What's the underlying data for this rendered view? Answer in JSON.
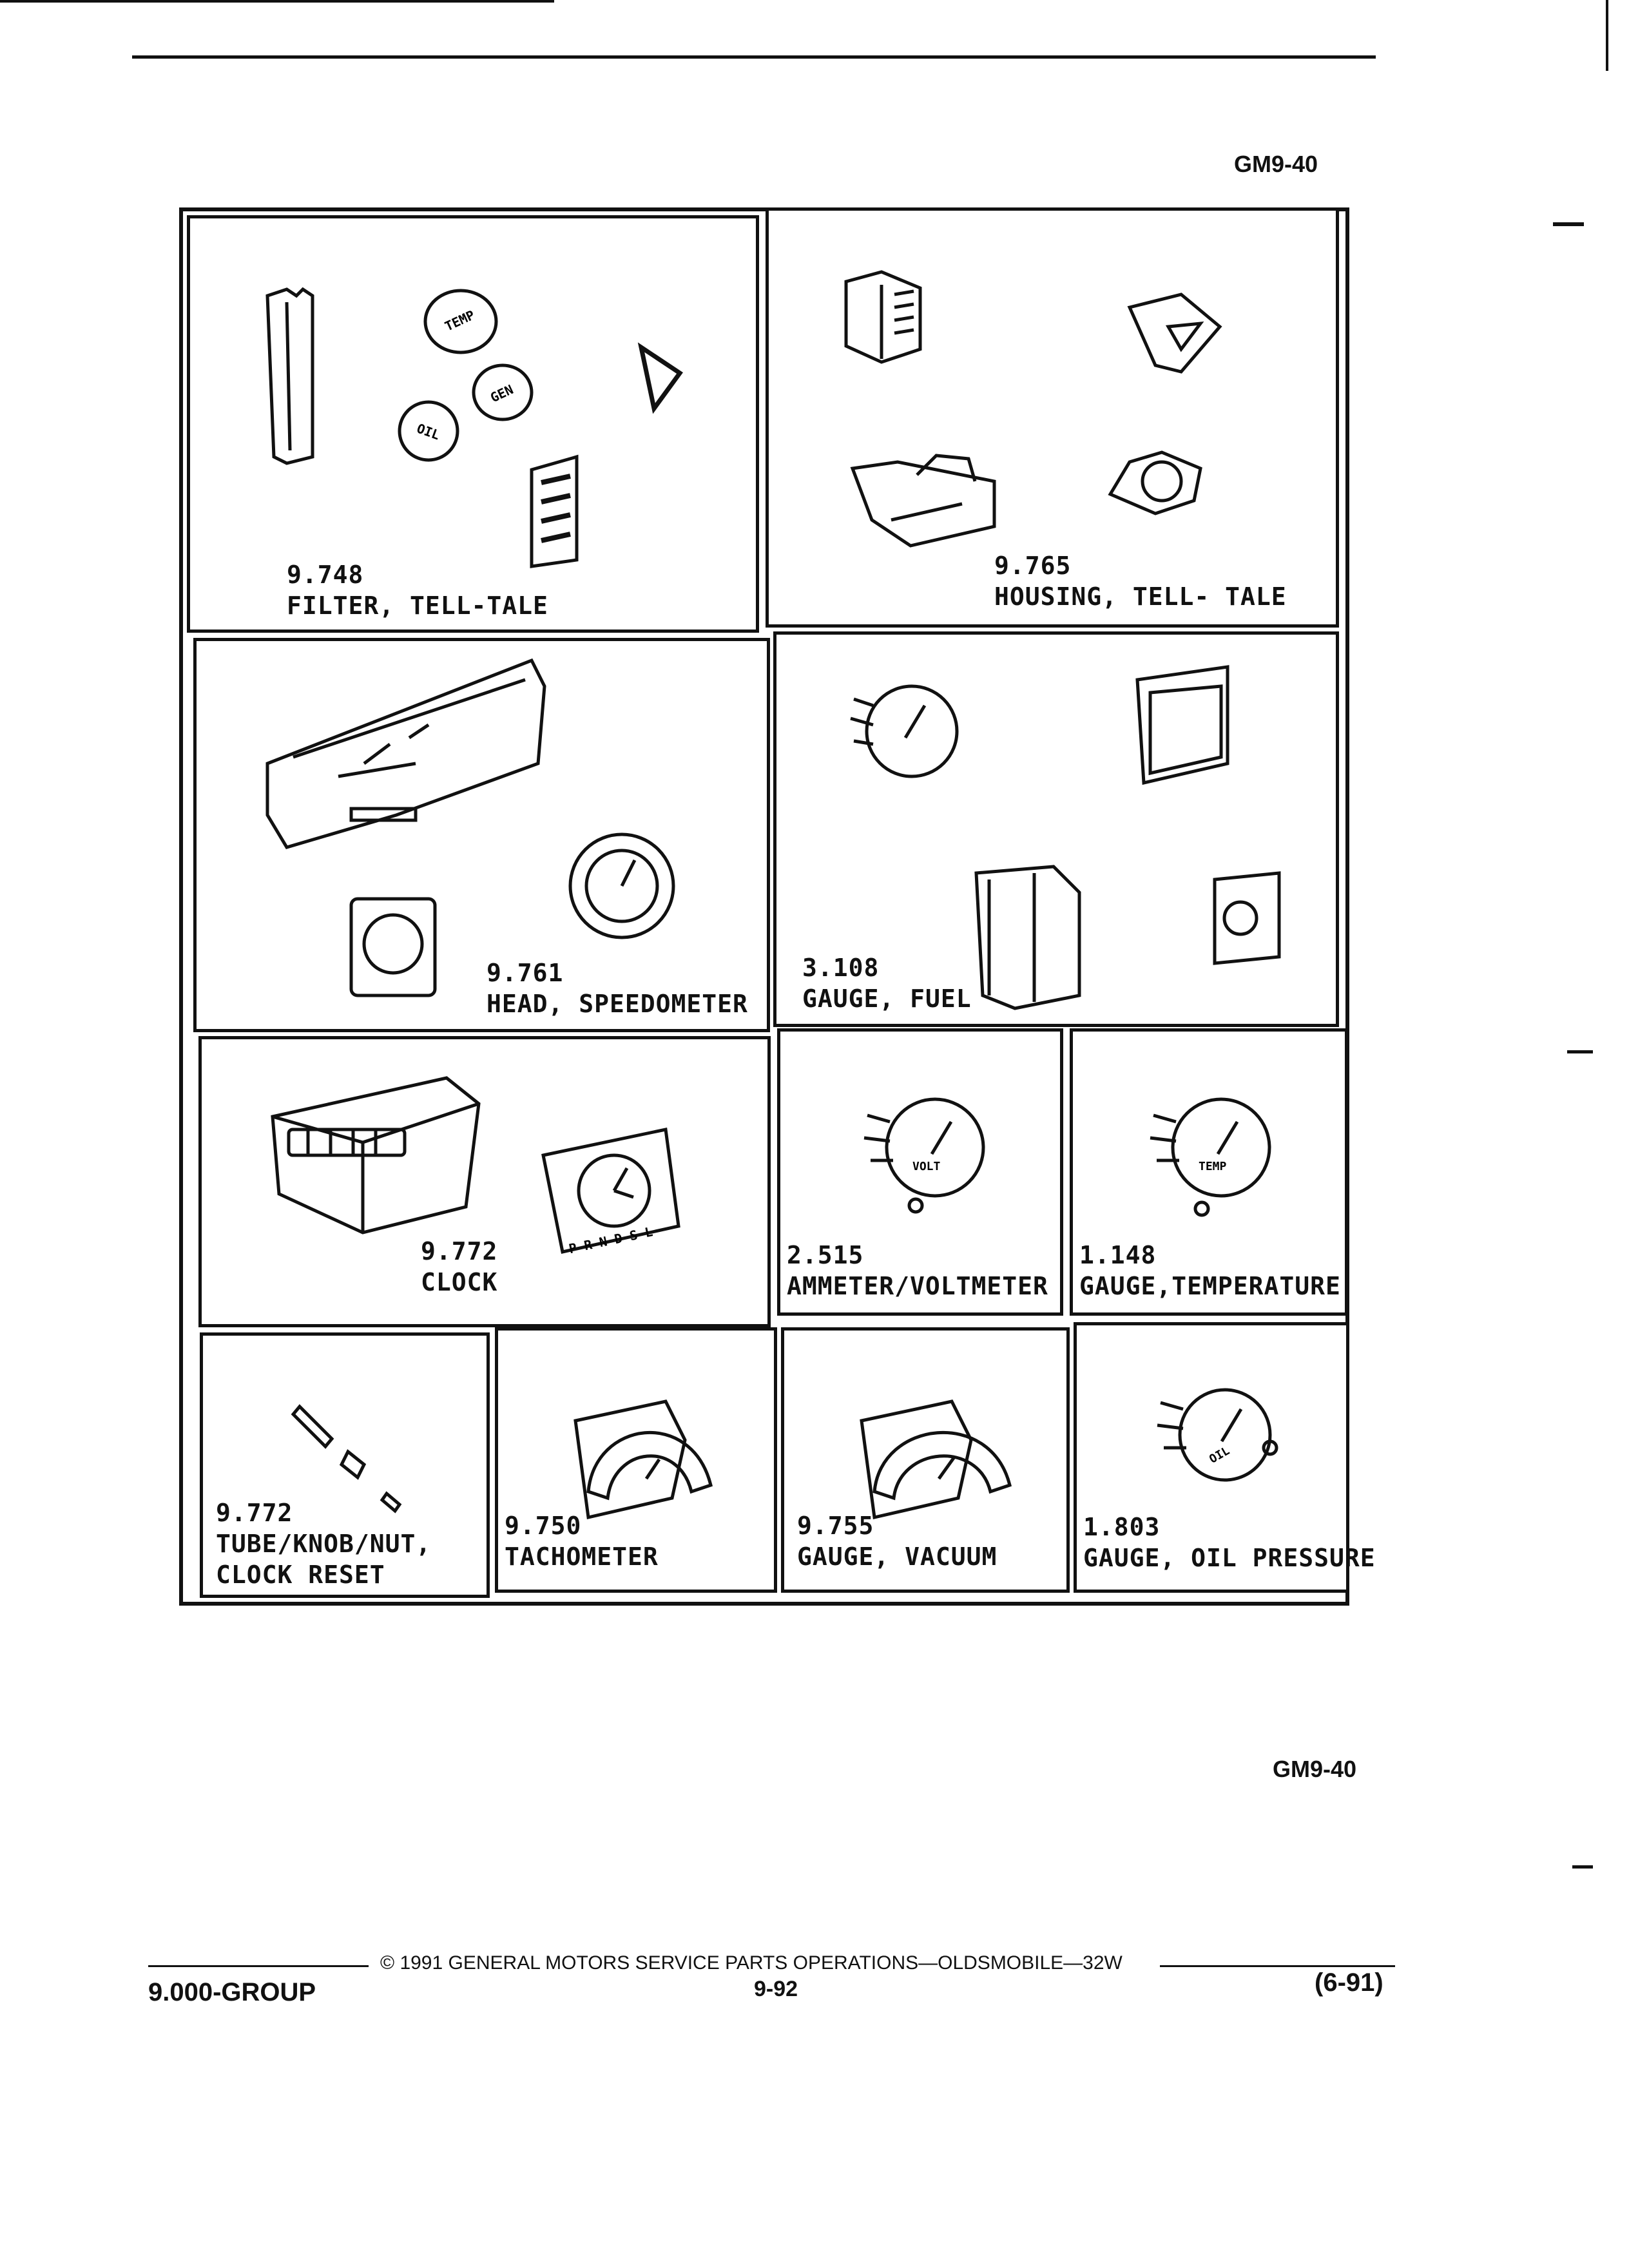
{
  "figure_ref_top": "GM9-40",
  "figure_ref_bottom": "GM9-40",
  "cells": [
    {
      "id": "filter-telltale",
      "number": "9.748",
      "name": "FILTER, TELL-TALE"
    },
    {
      "id": "housing-telltale",
      "number": "9.765",
      "name": "HOUSING, TELL- TALE"
    },
    {
      "id": "head-speedometer",
      "number": "9.761",
      "name": "HEAD, SPEEDOMETER"
    },
    {
      "id": "gauge-fuel",
      "number": "3.108",
      "name": "GAUGE, FUEL"
    },
    {
      "id": "clock",
      "number": "9.772",
      "name": "CLOCK"
    },
    {
      "id": "ammeter-voltmeter",
      "number": "2.515",
      "name": "AMMETER/VOLTMETER"
    },
    {
      "id": "gauge-temperature",
      "number": "1.148",
      "name": "GAUGE,TEMPERATURE"
    },
    {
      "id": "tube-knob-nut",
      "number": "9.772",
      "name": "TUBE/KNOB/NUT,",
      "name2": "CLOCK RESET"
    },
    {
      "id": "tachometer",
      "number": "9.750",
      "name": "TACHOMETER"
    },
    {
      "id": "gauge-vacuum",
      "number": "9.755",
      "name": "GAUGE, VACUUM"
    },
    {
      "id": "gauge-oil-pressure",
      "number": "1.803",
      "name": "GAUGE, OIL PRESSURE"
    }
  ],
  "illustration_text": {
    "telltale_temp": "TEMP",
    "telltale_oil": "OIL",
    "telltale_gen": "GEN",
    "gauge_volt": "VOLT",
    "gauge_temp": "TEMP",
    "gauge_oil": "OIL",
    "clock_prndsl": "P R N D S L"
  },
  "footer": {
    "copyright": "© 1991 GENERAL MOTORS SERVICE PARTS OPERATIONS—OLDSMOBILE—32W",
    "group": "9.000-GROUP",
    "page": "9-92",
    "date_code": "(6-91)"
  }
}
